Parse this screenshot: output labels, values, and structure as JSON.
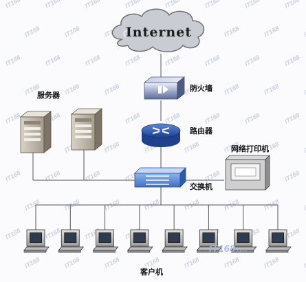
{
  "nodes": {
    "internet": "Internet",
    "firewall": "防火墙",
    "router": "路由器",
    "servers": "服务器",
    "printer": "网络打印机",
    "switch": "交换机",
    "clients": "客户机"
  },
  "client_count": 8,
  "watermark": {
    "logo": "IT168",
    "domain": ".com"
  },
  "colors": {
    "cloud": "#c9ccd2",
    "router": "#1f408c",
    "switch": "#3f6fc6",
    "firewall": "#5f6c96",
    "watermark": "#c7cfe0"
  }
}
